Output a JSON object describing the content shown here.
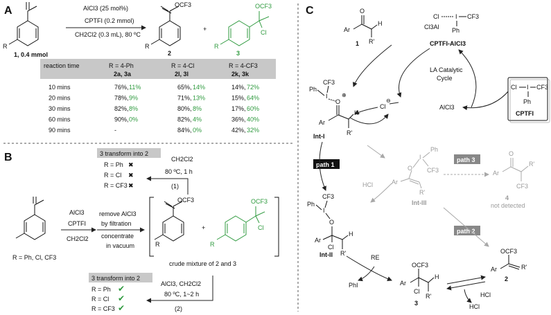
{
  "panels": {
    "a": "A",
    "b": "B",
    "c": "C"
  },
  "panel_a": {
    "conditions": [
      "AlCl3 (25 mol%)",
      "CPTFI (0.2 mmol)",
      "CH2Cl2 (0.3 mL), 80 ºC"
    ],
    "substrate_label": "1, 0.4 mmol",
    "sub_r": "R",
    "product2_label": "2",
    "product3_label": "3",
    "plus": "+",
    "ocf3": "OCF3",
    "cl": "Cl",
    "table": {
      "headers": [
        "reaction time",
        "R = 4-Ph",
        "R = 4-Cl",
        "R = 4-CF3"
      ],
      "subheaders": [
        "",
        "2a, 3a",
        "2l, 3l",
        "2k, 3k"
      ],
      "rows": [
        [
          "10 mins",
          "76%,",
          "11%",
          "65%,",
          "14%",
          "14%,",
          "72%"
        ],
        [
          "20 mins",
          "78%,",
          "9%",
          "71%,",
          "13%",
          "15%,",
          "64%"
        ],
        [
          "30 mins",
          "82%,",
          "8%",
          "80%,",
          "8%",
          "17%,",
          "60%"
        ],
        [
          "60 mins",
          "90%,",
          "0%",
          "82%,",
          "4%",
          "36%,",
          "40%"
        ],
        [
          "90 mins",
          "-",
          "",
          "84%,",
          "0%",
          "42%,",
          "32%"
        ]
      ]
    }
  },
  "panel_b": {
    "box1": "3 transform into 2",
    "box2": "3 transform into 2",
    "top_cond": [
      "CH2Cl2",
      "80 ºC, 1 h",
      "(1)"
    ],
    "bottom_cond": [
      "AlCl3, CH2Cl2",
      "80 ºC, 1~2 h",
      "(2)"
    ],
    "top_list": [
      "R = Ph",
      "R = Cl",
      "R = CF3"
    ],
    "bottom_list": [
      "R = Ph",
      "R = Cl",
      "R = CF3"
    ],
    "reagents": [
      "AlCl3",
      "CPTFI",
      "CH2Cl2"
    ],
    "workup": [
      "remove AlCl3",
      "by filtration",
      "concentrate",
      "in vacuum"
    ],
    "r_def": "R = Ph, Cl, CF3",
    "crude": "crude mixture of 2 and 3",
    "cross": "✖",
    "check": "✔"
  },
  "panel_c": {
    "labels": {
      "sm": "1",
      "cptfi_alcl3": "CPTFI-AlCl3",
      "cptfi": "CPTFI",
      "cycle": [
        "LA Catalytic",
        "Cycle"
      ],
      "alcl3": "AlCl3",
      "int1": "Int-I",
      "int2": "Int-II",
      "int3": "Int-III",
      "p4": "4",
      "not_detected": "not detected",
      "path1": "path 1",
      "path2": "path 2",
      "path3": "path 3",
      "hcl": "HCl",
      "re": "RE",
      "phi": "PhI",
      "p2": "2",
      "p3": "3",
      "cl_minus": "Cl",
      "ph": "Ph",
      "cf3": "CF3",
      "ar": "Ar",
      "rp": "R'",
      "o": "O",
      "i": "I",
      "cl": "Cl",
      "al": "Cl3Al",
      "ocf3": "OCF3",
      "h": "H"
    }
  }
}
